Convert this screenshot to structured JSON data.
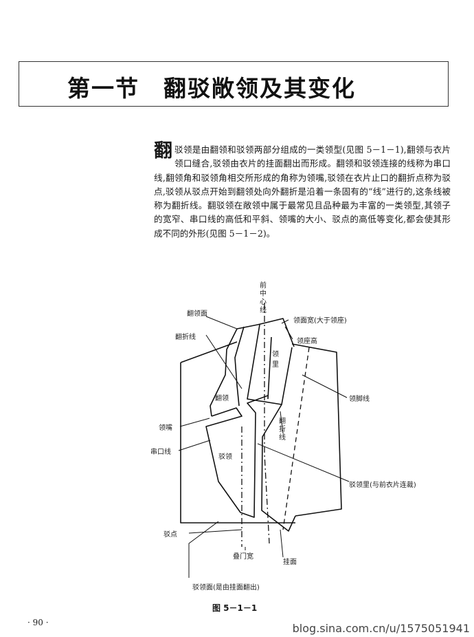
{
  "section_title": "第一节　翻驳敞领及其变化",
  "paragraph": {
    "dropcap": "翻",
    "text": "驳领是由翻领和驳领两部分组成的一类领型(见图 5－1－1),翻领与衣片领口缝合,驳领由衣片的挂面翻出而形成。翻领和驳领连接的线称为串口线,翻领角和驳领角相交所形成的角称为领嘴,驳领在衣片止口的翻折点称为驳点,驳领从驳点开始到翻领处向外翻折是沿着一条固有的“线”进行的,这条线被称为翻折线。翻驳领在敞领中属于最常见且品种最为丰富的一类领型,其领子的宽窄、串口线的高低和平斜、领嘴的大小、驳点的高低等变化,都会使其形成不同的外形(见图 5－1－2)。"
  },
  "figure": {
    "labels": {
      "front_center_line": "前中心线",
      "collar_face": "翻领面",
      "collar_face_width": "领面宽(大于领座)",
      "collar_stand_height": "领座高",
      "roll_line_top": "翻折线",
      "collar_lining": "领里",
      "collar_neck_line": "领脚线",
      "upper_collar": "翻领",
      "notch": "领嘴",
      "gorge_line": "串口线",
      "lapel": "驳领",
      "roll_line_mid": "翻折线",
      "lapel_lining": "驳领里(与前衣片连裁)",
      "break_point": "驳点",
      "overlap_width": "叠门宽",
      "facing": "挂面",
      "lapel_face": "驳领面(是由挂面翻出)"
    },
    "caption": "图 5－1－1"
  },
  "page_number": "· 90 ·",
  "watermark": "blog.sina.com.cn/u/1575051941"
}
